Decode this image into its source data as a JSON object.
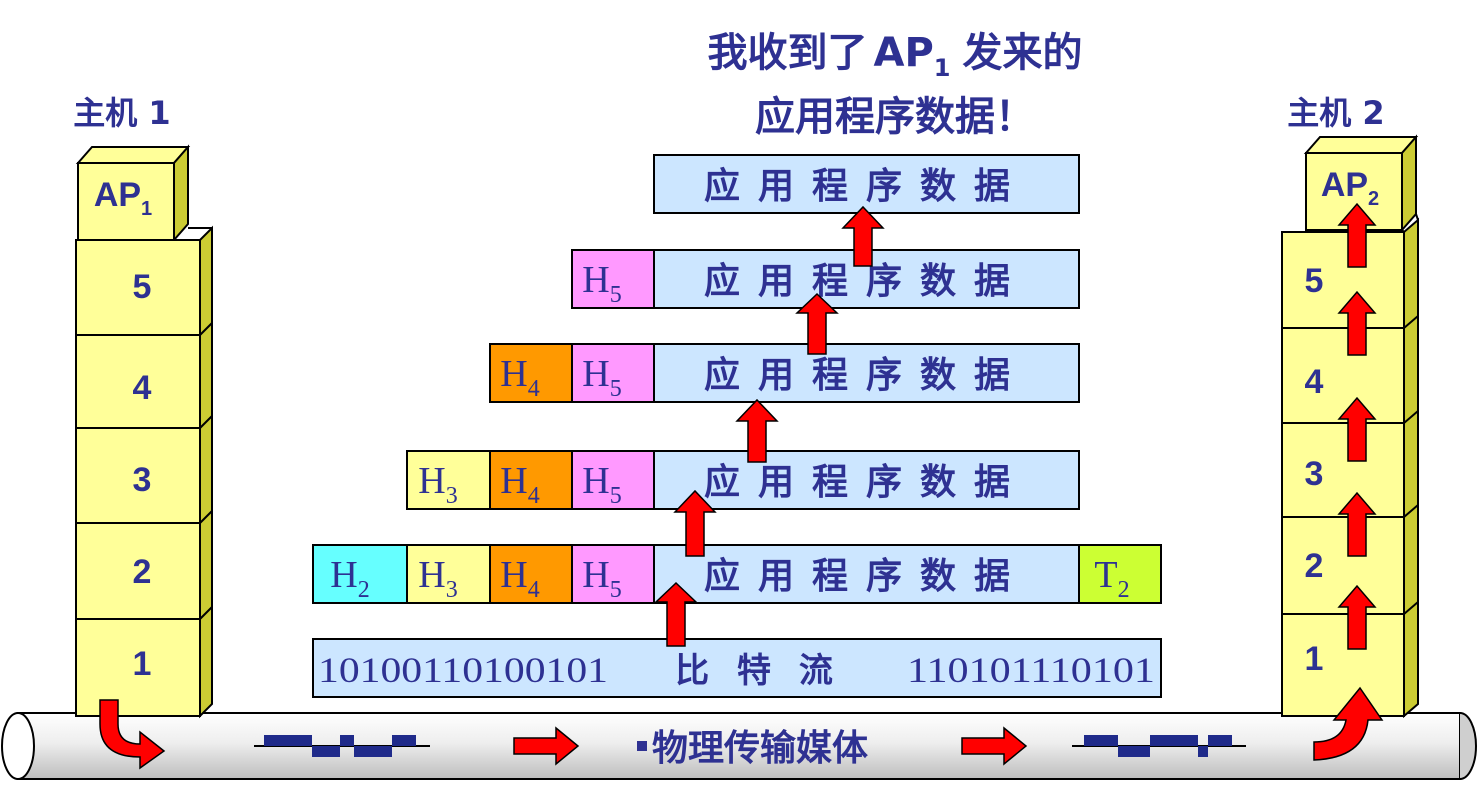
{
  "title": {
    "line1_prefix": "我收到了",
    "line1_ap": "AP",
    "line1_ap_sub": "1",
    "line1_suffix": "发来的",
    "line2": "应用程序数据！"
  },
  "hosts": [
    {
      "label": "主机 1",
      "app": "AP",
      "app_sub": "1",
      "layers": [
        "5",
        "4",
        "3",
        "2",
        "1"
      ]
    },
    {
      "label": "主机 2",
      "app": "AP",
      "app_sub": "2",
      "layers": [
        "5",
        "4",
        "3",
        "2",
        "1"
      ]
    }
  ],
  "payload_text": "应用程序数据",
  "pdu_rows": [
    {
      "headers": []
    },
    {
      "headers": [
        {
          "letter": "H",
          "sub": "5",
          "color": "#ff99ff"
        }
      ]
    },
    {
      "headers": [
        {
          "letter": "H",
          "sub": "4",
          "color": "#ff9900"
        },
        {
          "letter": "H",
          "sub": "5",
          "color": "#ff99ff"
        }
      ]
    },
    {
      "headers": [
        {
          "letter": "H",
          "sub": "3",
          "color": "#ffff99"
        },
        {
          "letter": "H",
          "sub": "4",
          "color": "#ff9900"
        },
        {
          "letter": "H",
          "sub": "5",
          "color": "#ff99ff"
        }
      ]
    },
    {
      "headers": [
        {
          "letter": "H",
          "sub": "2",
          "color": "#66ffff"
        },
        {
          "letter": "H",
          "sub": "3",
          "color": "#ffff99"
        },
        {
          "letter": "H",
          "sub": "4",
          "color": "#ff9900"
        },
        {
          "letter": "H",
          "sub": "5",
          "color": "#ff99ff"
        }
      ],
      "trailer": {
        "letter": "T",
        "sub": "2",
        "color": "#ccff33"
      }
    }
  ],
  "bitstream": {
    "left_bits": "10100110100101",
    "label": "比 特 流",
    "right_bits": "110101110101"
  },
  "medium_label": "物理传输媒体",
  "colors": {
    "text": "#2e3192",
    "host_fill": "#ffff99",
    "host_side": "#cccc33",
    "payload_fill": "#cce6ff",
    "arrow": "#ff0000",
    "pipe": "#d9d9d9",
    "signal": "#1f2a8a"
  },
  "icons": [
    "up-arrow-icon",
    "right-arrow-icon",
    "curved-arrow-icon",
    "signal-waveform-icon",
    "bullet-square-icon"
  ]
}
